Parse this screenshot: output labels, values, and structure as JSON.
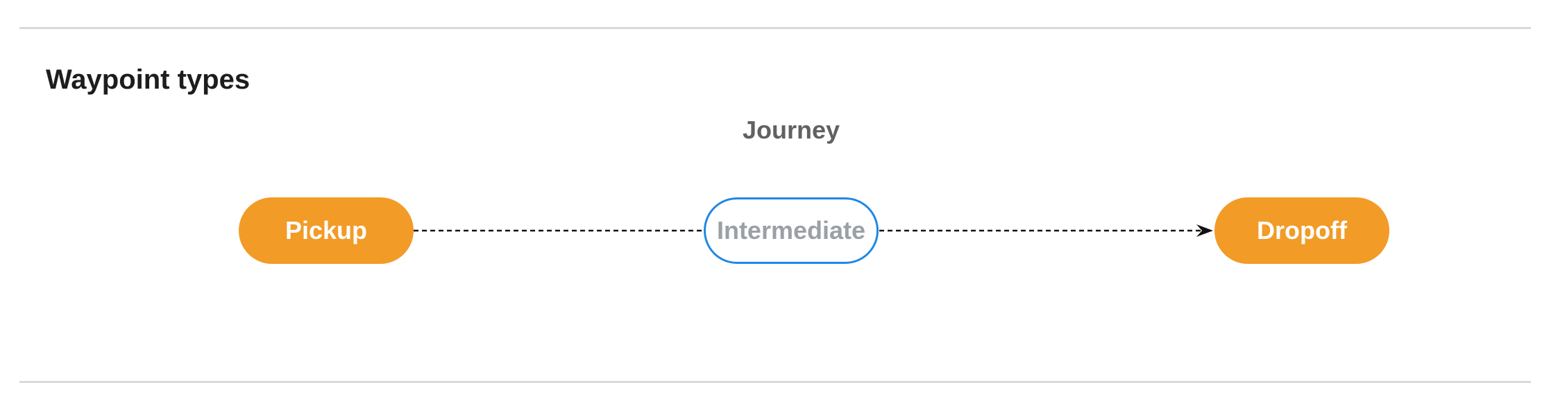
{
  "section": {
    "title": "Waypoint types"
  },
  "diagram": {
    "title": "Journey",
    "nodes": [
      {
        "id": "pickup",
        "label": "Pickup",
        "style": "filled-orange"
      },
      {
        "id": "intermediate",
        "label": "Intermediate",
        "style": "outlined-blue"
      },
      {
        "id": "dropoff",
        "label": "Dropoff",
        "style": "filled-orange"
      }
    ],
    "edges": [
      {
        "from": "pickup",
        "to": "intermediate",
        "line": "dashed",
        "arrowhead": false
      },
      {
        "from": "intermediate",
        "to": "dropoff",
        "line": "dashed",
        "arrowhead": true
      }
    ]
  },
  "theme": {
    "node-fill-orange": "#f29b27",
    "node-outline-blue": "#1e88e5",
    "node-text-muted": "#9aa0a6",
    "heading-color": "#1d1d1d",
    "diagram-title-color": "#616161",
    "edge-color": "#111111",
    "divider-color": "#d9d9d9"
  }
}
